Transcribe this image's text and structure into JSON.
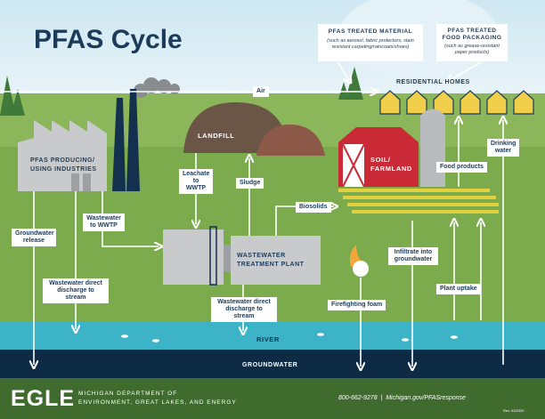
{
  "title": "PFAS Cycle",
  "cards": [
    {
      "heading": "PFAS TREATED MATERIAL",
      "detail": "(such as aerosol, fabric protectors, stain resistant carpeting/raincoats/shoes)"
    },
    {
      "heading": "PFAS TREATED FOOD PACKAGING",
      "detail": "(such as grease-resistant paper products)"
    }
  ],
  "places": {
    "residential": "RESIDENTIAL HOMES",
    "industries": "PFAS PRODUCING/ USING INDUSTRIES",
    "landfill": "LANDFILL",
    "wwtp": "WASTEWATER TREATMENT PLANT",
    "farmland": "SOIL/ FARMLAND",
    "river": "RIVER",
    "groundwater": "GROUNDWATER"
  },
  "flows": {
    "air": "Air",
    "leachate": "Leachate to WWTP",
    "sludge": "Sludge",
    "biosolids": "Biosolids",
    "gw_release": "Groundwater release",
    "ww_to_wwtp": "Wastewater to WWTP",
    "ww_direct_1": "Wastewater direct discharge to stream",
    "ww_direct_2": "Wastewater direct discharge to stream",
    "foam": "Firefighting foam",
    "infiltrate": "Infiltrate into groundwater",
    "uptake": "Plant uptake",
    "food": "Food products",
    "drinking": "Drinking water"
  },
  "footer": {
    "logo": "EGLE",
    "dept_line1": "MICHIGAN DEPARTMENT OF",
    "dept_line2": "ENVIRONMENT, GREAT LAKES, AND ENERGY",
    "contact": "800-662-9278  |  Michigan.gov/PFASresponse",
    "rev": "Rev. 03/2020"
  },
  "colors": {
    "navy": "#1c3b5a",
    "grass": "#7cab4e",
    "river": "#3db3c7",
    "groundwater": "#0d2b45",
    "footer": "#3f6b2f"
  }
}
